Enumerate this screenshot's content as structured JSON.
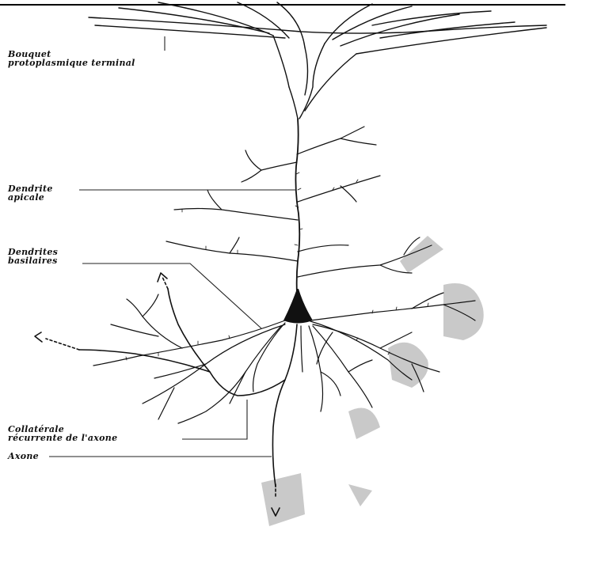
{
  "figure": {
    "labels": {
      "bouquet_line1": "Bouquet",
      "bouquet_line2": "protoplasmique terminal",
      "dendrite_apicale_line1": "Dendrite",
      "dendrite_apicale_line2": "apicale",
      "dendrites_basilaires_line1": "Dendrites",
      "dendrites_basilaires_line2": "basilaires",
      "collaterale_line1": "Collatérale",
      "collaterale_line2": "récurrente de l'axone",
      "axone": "Axone"
    },
    "colors": {
      "ink": "#111111",
      "watermark": "#c9c9c9"
    }
  }
}
